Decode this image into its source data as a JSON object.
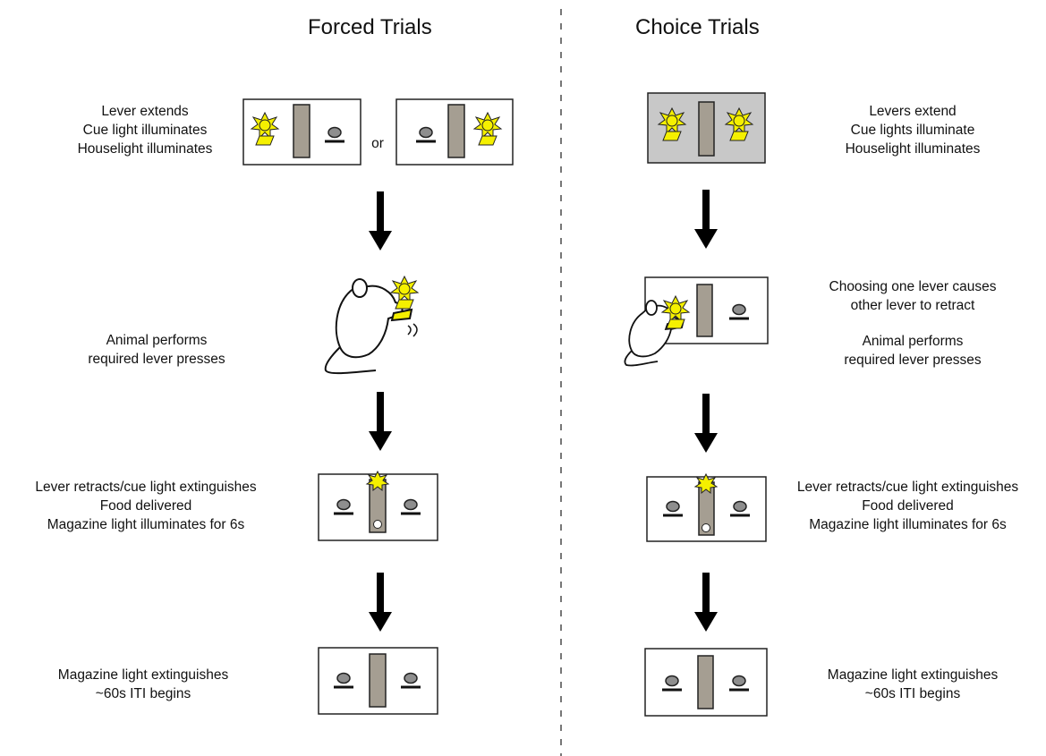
{
  "forced": {
    "title": "Forced Trials",
    "step1": [
      "Lever extends",
      "Cue light illuminates",
      "Houselight illuminates"
    ],
    "or_label": "or",
    "step2": [
      "Animal performs",
      "required lever presses"
    ],
    "step3": [
      "Lever retracts/cue light extinguishes",
      "Food delivered",
      "Magazine light illuminates for 6s"
    ],
    "step4": [
      "Magazine light extinguishes",
      "~60s ITI begins"
    ]
  },
  "choice": {
    "title": "Choice Trials",
    "step1": [
      "Levers extend",
      "Cue lights illuminate",
      "Houselight illuminates"
    ],
    "step2a": [
      "Choosing one lever causes",
      "other lever to retract"
    ],
    "step2b": [
      "Animal performs",
      "required lever presses"
    ],
    "step3": [
      "Lever retracts/cue light extinguishes",
      "Food delivered",
      "Magazine light illuminates for 6s"
    ],
    "step4": [
      "Magazine light extinguishes",
      "~60s ITI begins"
    ]
  },
  "colors": {
    "panel_fill": "#ffffff",
    "houselight_fill": "#c8c8c8",
    "magazine": "#a59e92",
    "cue_light": "#f5f000",
    "lever_knob": "#8e8e8e",
    "arrow": "#000000",
    "divider": "#777777"
  }
}
